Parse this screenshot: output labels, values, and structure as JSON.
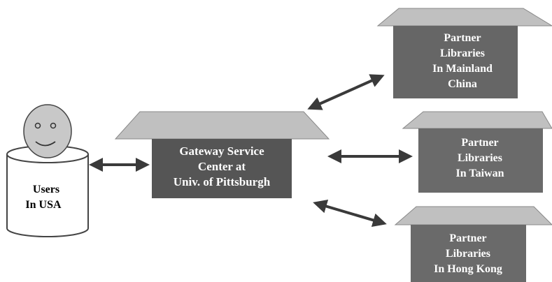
{
  "colors": {
    "roof": "#c0c0c0",
    "body_dark": "#555555",
    "body_mid": "#666666",
    "body_light": "#6a6a6a",
    "face": "#c8c8c8",
    "arrow": "#3a3a3a",
    "label_light": "#ffffff",
    "label_dark": "#000000"
  },
  "users": {
    "face_icon": "smiley-face-icon",
    "line1": "Users",
    "line2": "In USA"
  },
  "gateway": {
    "line1": "Gateway Service",
    "line2": "Center at",
    "line3": "Univ. of Pittsburgh"
  },
  "partners": {
    "china": {
      "line1": "Partner",
      "line2": "Libraries",
      "line3": "In Mainland",
      "line4": "China"
    },
    "taiwan": {
      "line1": "Partner",
      "line2": "Libraries",
      "line3": "In Taiwan"
    },
    "hongkong": {
      "line1": "Partner",
      "line2": "Libraries",
      "line3": "In Hong Kong"
    }
  }
}
